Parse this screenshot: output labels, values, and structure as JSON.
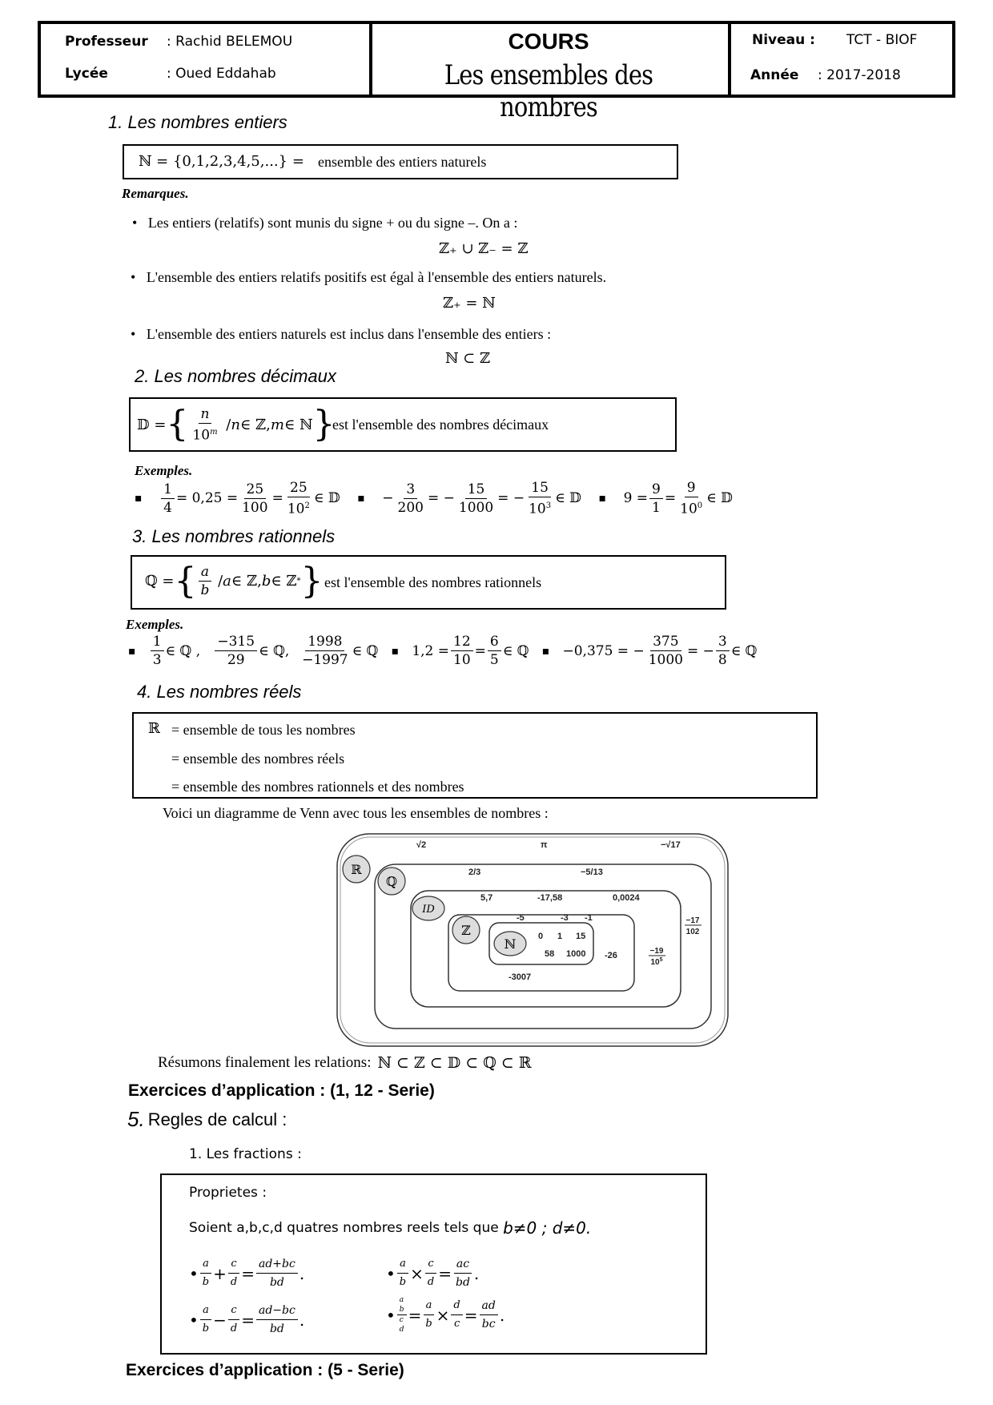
{
  "header": {
    "teacher_label": "Professeur",
    "teacher_value": ": Rachid BELEMOU",
    "school_label": "Lycée",
    "school_value": ": Oued Eddahab",
    "course": "COURS",
    "subtitle": "Les ensembles des nombres",
    "level_label": "Niveau :",
    "level_value": "TCT - BIOF",
    "year_label": "Année",
    "year_value": ": 2017-2018"
  },
  "s1": {
    "title": "1. Les nombres entiers",
    "def_math": "ℕ = {0,1,2,3,4,5,...} =",
    "def_text": "ensemble des entiers naturels",
    "remarks_label": "Remarques",
    "r1": "Les entiers (relatifs) sont munis du signe + ou du signe –. On a :",
    "r1_math": "ℤ₊ ∪ ℤ₋ = ℤ",
    "r2": "L'ensemble des entiers relatifs positifs est égal à l'ensemble des entiers naturels.",
    "r2_math": "ℤ₊ = ℕ",
    "r3": "L'ensemble des entiers naturels est inclus dans l'ensemble des entiers :",
    "r3_math": "ℕ ⊂ ℤ"
  },
  "s2": {
    "title": "2. Les nombres décimaux",
    "def_text": "est l'ensemble des nombres décimaux",
    "examples_label": "Exemples"
  },
  "s3": {
    "title": "3. Les nombres rationnels",
    "def_text": "est l'ensemble des nombres rationnels",
    "examples_label": "Exemples"
  },
  "s4": {
    "title": "4. Les nombres réels",
    "l1": "= ensemble de tous les nombres",
    "l2": "= ensemble des nombres réels",
    "l3": "= ensemble des nombres rationnels et des nombres",
    "venn_intro": "Voici un diagramme de Venn avec tous les ensembles de nombres :",
    "venn": {
      "R": "ℝ",
      "Q": "ℚ",
      "D": "ID",
      "Z": "ℤ",
      "N": "ℕ",
      "r_vals": [
        "√2",
        "π",
        "−√17"
      ],
      "q_vals": [
        "2/3",
        "−5/13"
      ],
      "d_vals": [
        "5,7",
        "-17,58",
        "0,0024"
      ],
      "z_vals": [
        "-5",
        "-3",
        "-1",
        "-26",
        "-3007"
      ],
      "n_vals": [
        "0",
        "1",
        "15",
        "58",
        "1000"
      ]
    },
    "summary_label": "Résumons finalement les relations:",
    "summary_math": "ℕ ⊂ ℤ ⊂ 𝔻 ⊂ ℚ ⊂ ℝ"
  },
  "ex1": "Exercices d’application : (1, 12 - Serie)",
  "s5": {
    "num": "5.",
    "title": "Regles de calcul :",
    "sub": "1. Les fractions :",
    "props": "Proprietes :",
    "intro": "Soient a,b,c,d quatres nombres reels tels que",
    "cond": "b≠0 ; d≠0."
  },
  "ex2": "Exercices d’application : (5 - Serie)"
}
